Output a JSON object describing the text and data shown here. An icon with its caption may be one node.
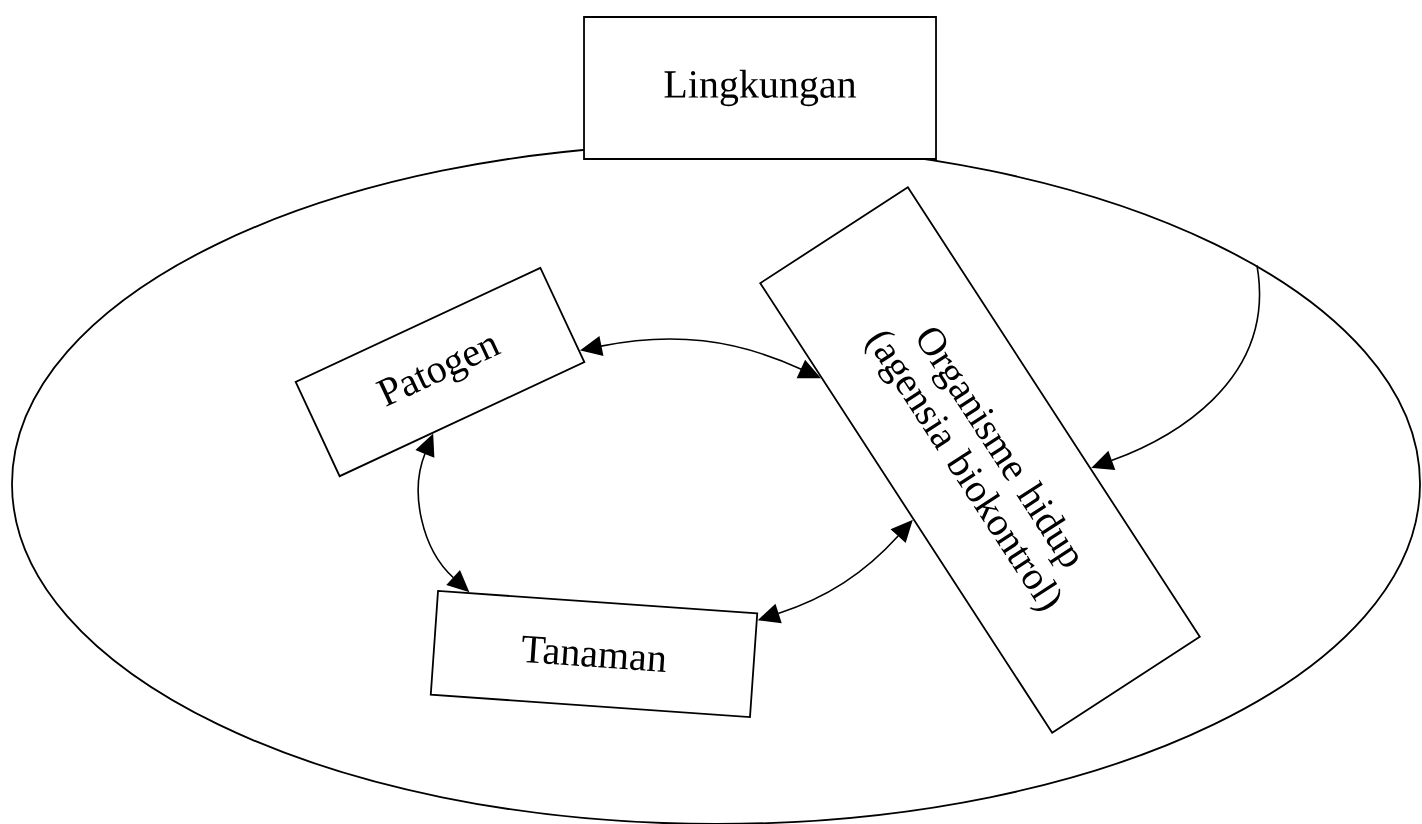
{
  "diagram": {
    "nodes": [
      {
        "text": [
          "Lingkungan"
        ]
      },
      {
        "text": [],
        "shape": "ellipse"
      },
      {
        "text": [
          "Patogen"
        ],
        "in": 1
      },
      {
        "text": [
          "Organisme hidup (agensia biokontrol)"
        ],
        "in": 1
      },
      {
        "text": [
          "Tanaman"
        ],
        "in": 1
      }
    ],
    "edges": [
      {
        "from": 2,
        "to": 3,
        "arrow": "both"
      },
      {
        "from": 2,
        "to": 4,
        "arrow": "both"
      },
      {
        "from": 4,
        "to": 3,
        "arrow": "both"
      },
      {
        "from": 1,
        "to": 3,
        "arrow": "to"
      }
    ]
  }
}
